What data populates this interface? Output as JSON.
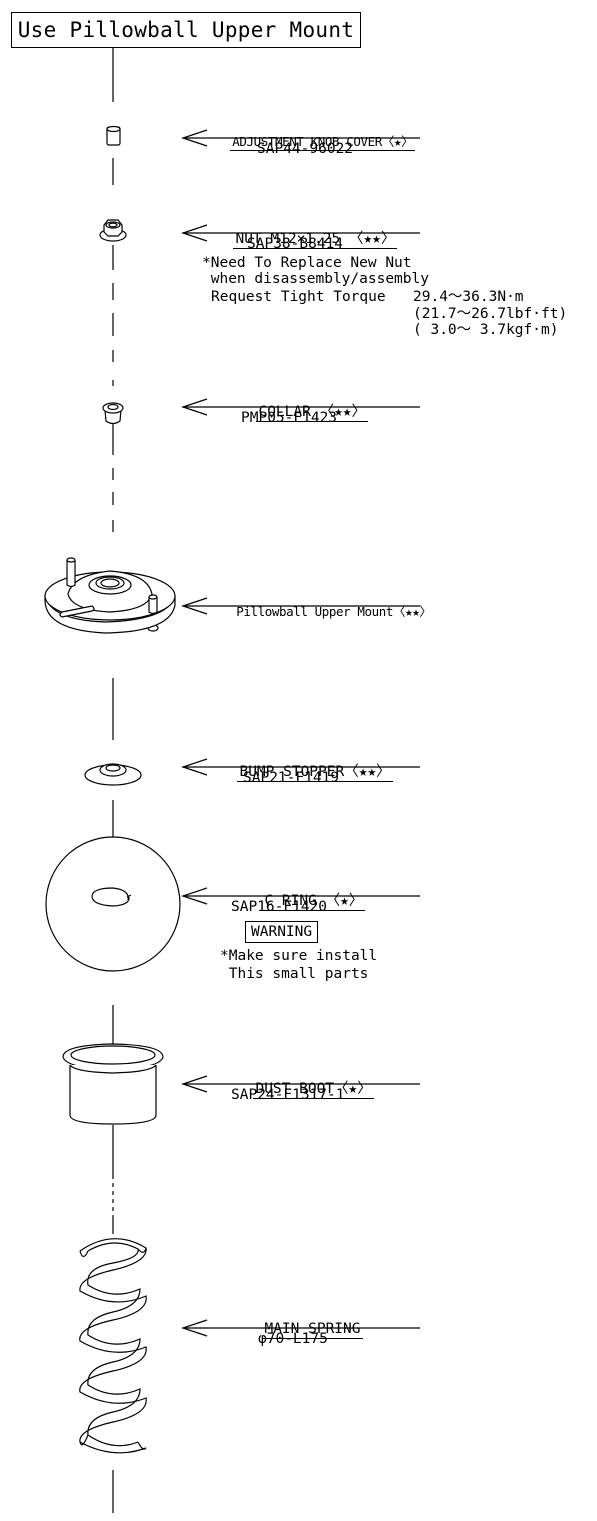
{
  "title": "Use Pillowball Upper Mount",
  "parts": [
    {
      "name": "ADJUSTMENT KNOB COVER〈★〉",
      "part_no": "SAP44-96022"
    },
    {
      "name": "NUT M12×1.25 〈★★〉",
      "part_no": "SAP38-B8414",
      "notes": [
        "*Need To Replace New Nut",
        " when disassembly/assembly"
      ],
      "torque_label": "Request Tight Torque",
      "torque": [
        "29.4〜36.3N·m",
        "(21.7〜26.7lbf·ft)",
        "( 3.0〜 3.7kgf·m)"
      ]
    },
    {
      "name": "COLLAR 〈★★〉",
      "part_no": "PMP05-F1423"
    },
    {
      "name": "Pillowball Upper Mount〈★★〉"
    },
    {
      "name": "BUMP STOPPER〈★★〉",
      "part_no": "SAP21-F1419"
    },
    {
      "name": "C RING 〈★〉",
      "part_no": "SAP16-F1420",
      "warning": "WARNING",
      "notes": [
        "*Make sure install",
        " This small parts"
      ]
    },
    {
      "name": "DUST BOOT〈★〉",
      "part_no": "SAP24-F1317-1"
    },
    {
      "name": "MAIN SPRING",
      "part_no": "φ70-L175"
    }
  ],
  "colors": {
    "line": "#000000",
    "fill": "#ffffff",
    "shade": "#c8c8c8"
  }
}
